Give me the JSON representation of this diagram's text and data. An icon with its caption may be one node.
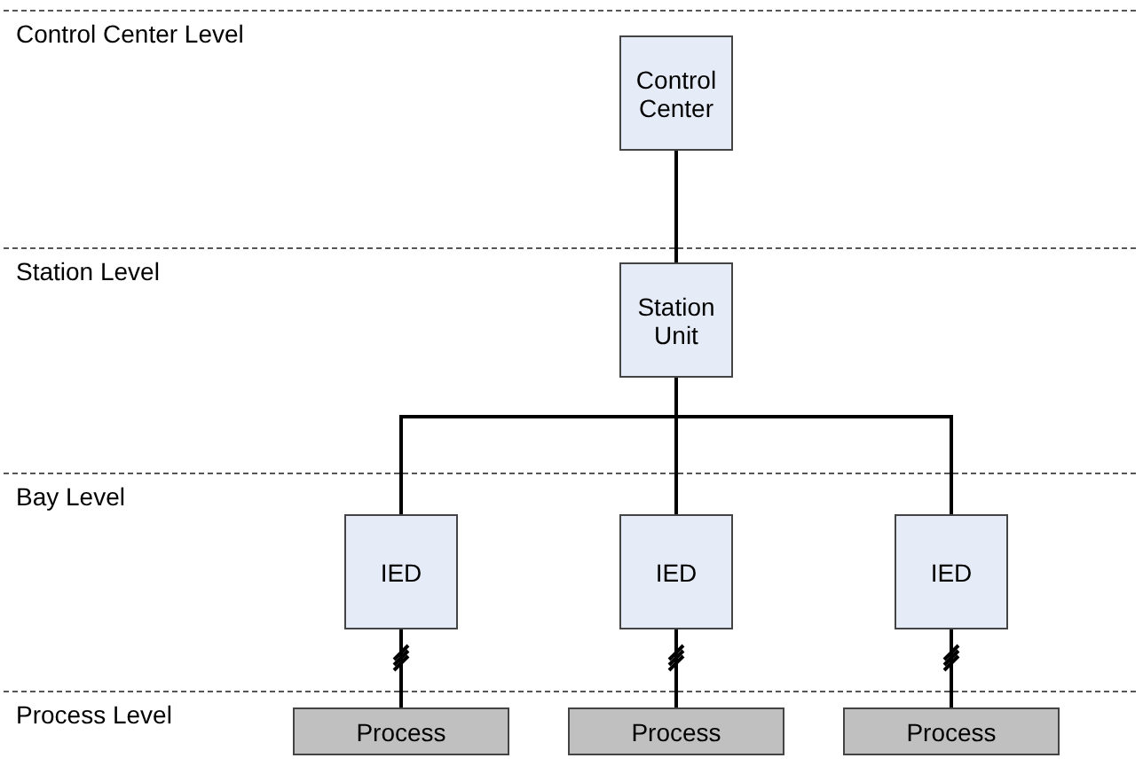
{
  "diagram": {
    "nodes": [
      {
        "text": [
          "Control Center"
        ]
      },
      {
        "text": [
          "Station Unit"
        ]
      },
      {
        "text": [
          "IED"
        ]
      },
      {
        "text": [
          "IED"
        ]
      },
      {
        "text": [
          "IED"
        ]
      },
      {
        "text": [
          "Process"
        ]
      },
      {
        "text": [
          "Process"
        ]
      },
      {
        "text": [
          "Process"
        ]
      }
    ],
    "edges": [
      {
        "from": 0,
        "to": 1,
        "arrow": "none"
      },
      {
        "from": 1,
        "to": 2,
        "arrow": "none"
      },
      {
        "from": 1,
        "to": 3,
        "arrow": "none"
      },
      {
        "from": 1,
        "to": 4,
        "arrow": "none"
      },
      {
        "from": 2,
        "to": 5,
        "arrow": "none"
      },
      {
        "from": 3,
        "to": 6,
        "arrow": "none"
      },
      {
        "from": 4,
        "to": 7,
        "arrow": "none"
      }
    ],
    "labels": [
      "Control Center Level",
      "Station Level",
      "Bay Level",
      "Process Level"
    ]
  }
}
